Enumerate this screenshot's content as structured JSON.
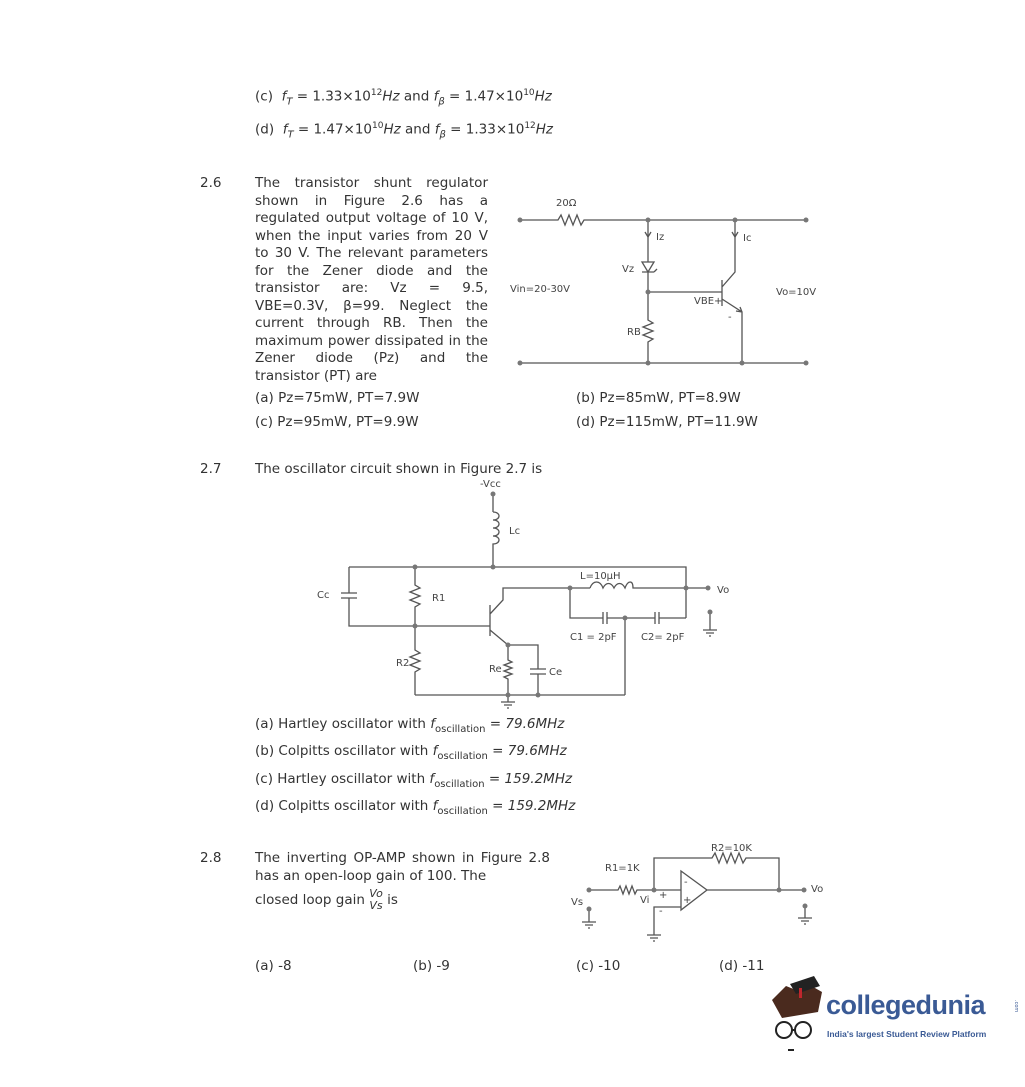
{
  "q25": {
    "c": {
      "label": "(c)",
      "f1": "f",
      "s1": "T",
      "eq1": " = 1.33×10",
      "e1": "12",
      "u1": "Hz",
      "and": " and ",
      "f2": "f",
      "s2": "β",
      "eq2": " = 1.47×10",
      "e2": "10",
      "u2": "Hz"
    },
    "d": {
      "label": "(d)",
      "f1": "f",
      "s1": "T",
      "eq1": " = 1.47×10",
      "e1": "10",
      "u1": "Hz",
      "and": " and ",
      "f2": "f",
      "s2": "β",
      "eq2": " = 1.33×10",
      "e2": "12",
      "u2": "Hz"
    }
  },
  "q26": {
    "number": "2.6",
    "text": "The transistor shunt regulator shown in Figure 2.6 has a regulated output voltage of 10 V, when the input varies from 20 V to 30 V. The relevant parameters for the Zener diode and the transistor are: Vz = 9.5, VBE=0.3V, β=99. Neglect the current through RB. Then the maximum power dissipated in the Zener diode (Pz) and the transistor (PT) are",
    "options": {
      "a": "(a) Pz=75mW, PT=7.9W",
      "b": "(b) Pz=85mW, PT=8.9W",
      "c": "(c) Pz=95mW, PT=9.9W",
      "d": "(d) Pz=115mW, PT=11.9W"
    },
    "figure": {
      "r": "20Ω",
      "iz": "Iz",
      "ic": "Ic",
      "vz": "Vz",
      "vin": "Vin=20-30V",
      "vo": "Vo=10V",
      "vbe": "VBE+",
      "minus": "-",
      "rb": "RB"
    }
  },
  "q27": {
    "number": "2.7",
    "text": "The oscillator circuit shown in Figure 2.7 is",
    "figure": {
      "vcc": "-Vcc",
      "lc": "Lc",
      "cc": "Cc",
      "r1": "R1",
      "r2": "R2",
      "re": "Re",
      "ce": "Ce",
      "l": "L=10μH",
      "c1": "C1 = 2pF",
      "c2": "C2= 2pF",
      "vo": "Vo"
    },
    "options": [
      {
        "label": "(a) Hartley oscillator with ",
        "f": "f",
        "sub": "oscillation",
        "val": " = 79.6MHz"
      },
      {
        "label": "(b) Colpitts oscillator with ",
        "f": "f",
        "sub": "oscillation",
        "val": " = 79.6MHz"
      },
      {
        "label": "(c) Hartley oscillator with ",
        "f": "f",
        "sub": "oscillation",
        "val": " = 159.2MHz"
      },
      {
        "label": "(d) Colpitts oscillator with ",
        "f": "f",
        "sub": "oscillation",
        "val": " = 159.2MHz"
      }
    ]
  },
  "q28": {
    "number": "2.8",
    "text1": "The inverting OP-AMP shown in Figure 2.8 has an open-loop gain of 100. The",
    "text2": "closed loop gain",
    "num": "Vo",
    "den": "Vs",
    "is": "is",
    "figure": {
      "r1": "R1=1K",
      "r2": "R2=10K",
      "vs": "Vs",
      "vi": "Vi",
      "vo": "Vo",
      "plus": "+",
      "minus": "-"
    },
    "options": {
      "a": "(a) -8",
      "b": "(b) -9",
      "c": "(c) -10",
      "d": "(d) -11"
    }
  },
  "logo": {
    "name": "collegedunia",
    "com": ".com",
    "tagline": "India's largest Student Review Platform"
  }
}
